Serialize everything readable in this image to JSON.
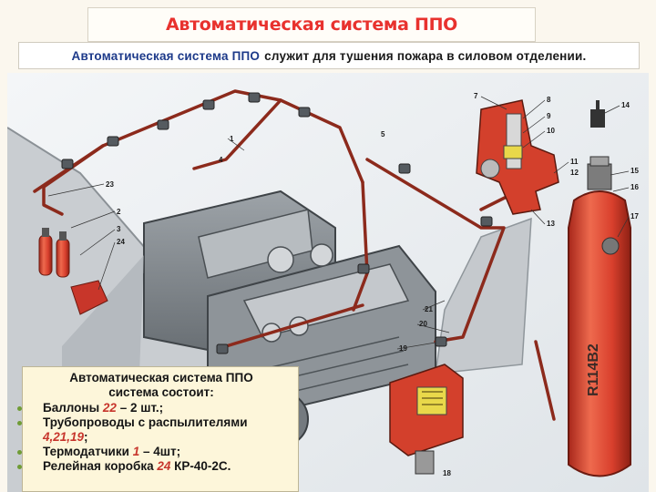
{
  "title": "Автоматическая система ППО",
  "subtitle": {
    "part1": "Автоматическая система ППО",
    "part2": "служит для тушения пожара в силовом отделении."
  },
  "info": {
    "heading_line1": "Автоматическая система ППО",
    "heading_line2": "система состоит:",
    "items": [
      {
        "text": "Баллоны",
        "refs": "22",
        "tail": "– 2 шт.;"
      },
      {
        "text": "Трубопроводы с распылителями",
        "refs": "4,21,19",
        "tail": ";"
      },
      {
        "text": "Термодатчики",
        "refs": "1",
        "tail": "– 4шт;"
      },
      {
        "text": "Релейная коробка",
        "refs": "24",
        "tail": "КР-40-2С."
      }
    ]
  },
  "diagram": {
    "cylinder_label": "R114B2",
    "callouts": [
      "7",
      "8",
      "9",
      "10",
      "11",
      "12",
      "13",
      "14",
      "15",
      "16",
      "17",
      "18",
      "1",
      "2",
      "3",
      "4",
      "5",
      "23",
      "24",
      "21",
      "20",
      "19"
    ]
  },
  "colors": {
    "title": "#e8322e",
    "subtitle_accent": "#1d3a8a",
    "cylinder": "#d9402d",
    "pipe": "#8c2a1c",
    "bullet": "#6f9c35"
  }
}
